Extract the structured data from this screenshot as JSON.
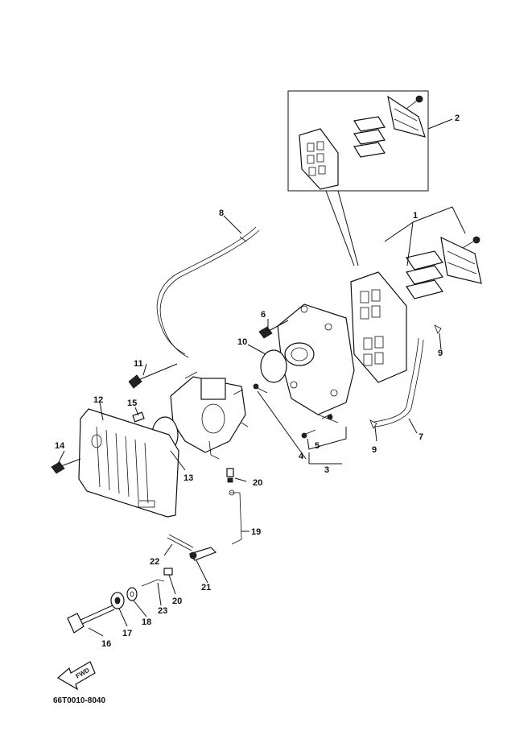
{
  "diagram": {
    "figure_code": "66T0010-8040",
    "direction_label": "FWD",
    "callouts": [
      "1",
      "2",
      "3",
      "4",
      "5",
      "6",
      "7",
      "8",
      "9",
      "9",
      "10",
      "11",
      "12",
      "13",
      "14",
      "15",
      "16",
      "17",
      "18",
      "19",
      "20",
      "20",
      "21",
      "22",
      "23"
    ]
  }
}
